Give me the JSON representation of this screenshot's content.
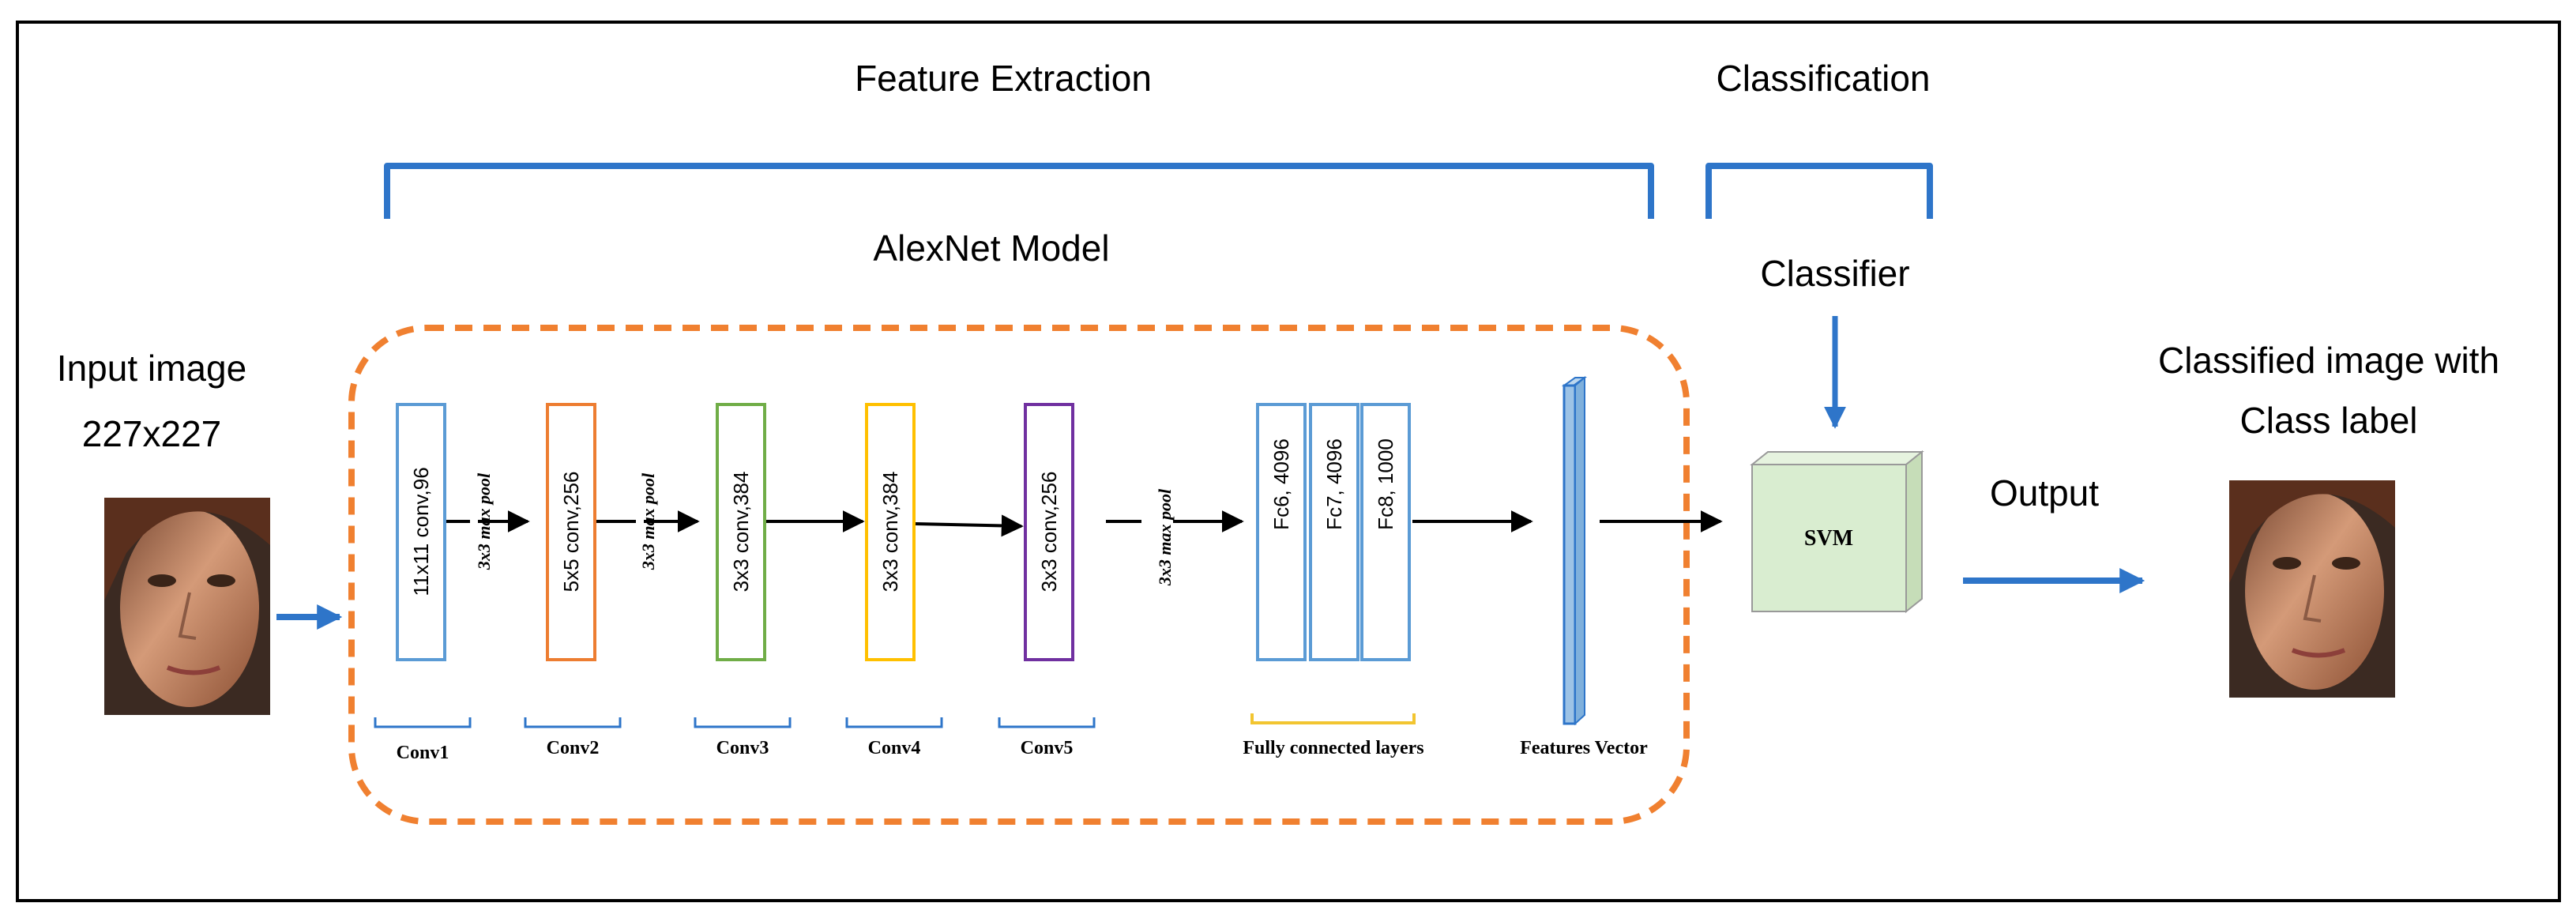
{
  "headings": {
    "feature_extraction": "Feature Extraction",
    "classification": "Classification",
    "model_title": "AlexNet Model",
    "classifier": "Classifier",
    "output": "Output"
  },
  "input": {
    "line1": "Input image",
    "line2": "227x227"
  },
  "result": {
    "line1": "Classified image with",
    "line2": "Class label"
  },
  "layers": [
    {
      "label": "11x11 conv,96",
      "group": "Conv1",
      "color": "#5B9BD5"
    },
    {
      "label": "5x5 conv,256",
      "group": "Conv2",
      "color": "#ED7D31"
    },
    {
      "label": "3x3 conv,384",
      "group": "Conv3",
      "color": "#70AD47"
    },
    {
      "label": "3x3 conv,384",
      "group": "Conv4",
      "color": "#FFC000"
    },
    {
      "label": "3x3 conv,256",
      "group": "Conv5",
      "color": "#7030A0"
    }
  ],
  "pools": [
    "3x3 max pool",
    "3x3 max pool",
    "3x3 max pool"
  ],
  "fc_layers": [
    "Fc6, 4096",
    "Fc7, 4096",
    "Fc8, 1000"
  ],
  "fc_group": "Fully connected layers",
  "features_vector": "Features Vector",
  "svm": "SVM",
  "colors": {
    "bracket_blue": "#2E75C9",
    "dash_orange": "#F08030",
    "fc_yellow": "#F2C530",
    "svm_fill": "#D9EDD0",
    "feature_bar": "#9DC3E6"
  }
}
